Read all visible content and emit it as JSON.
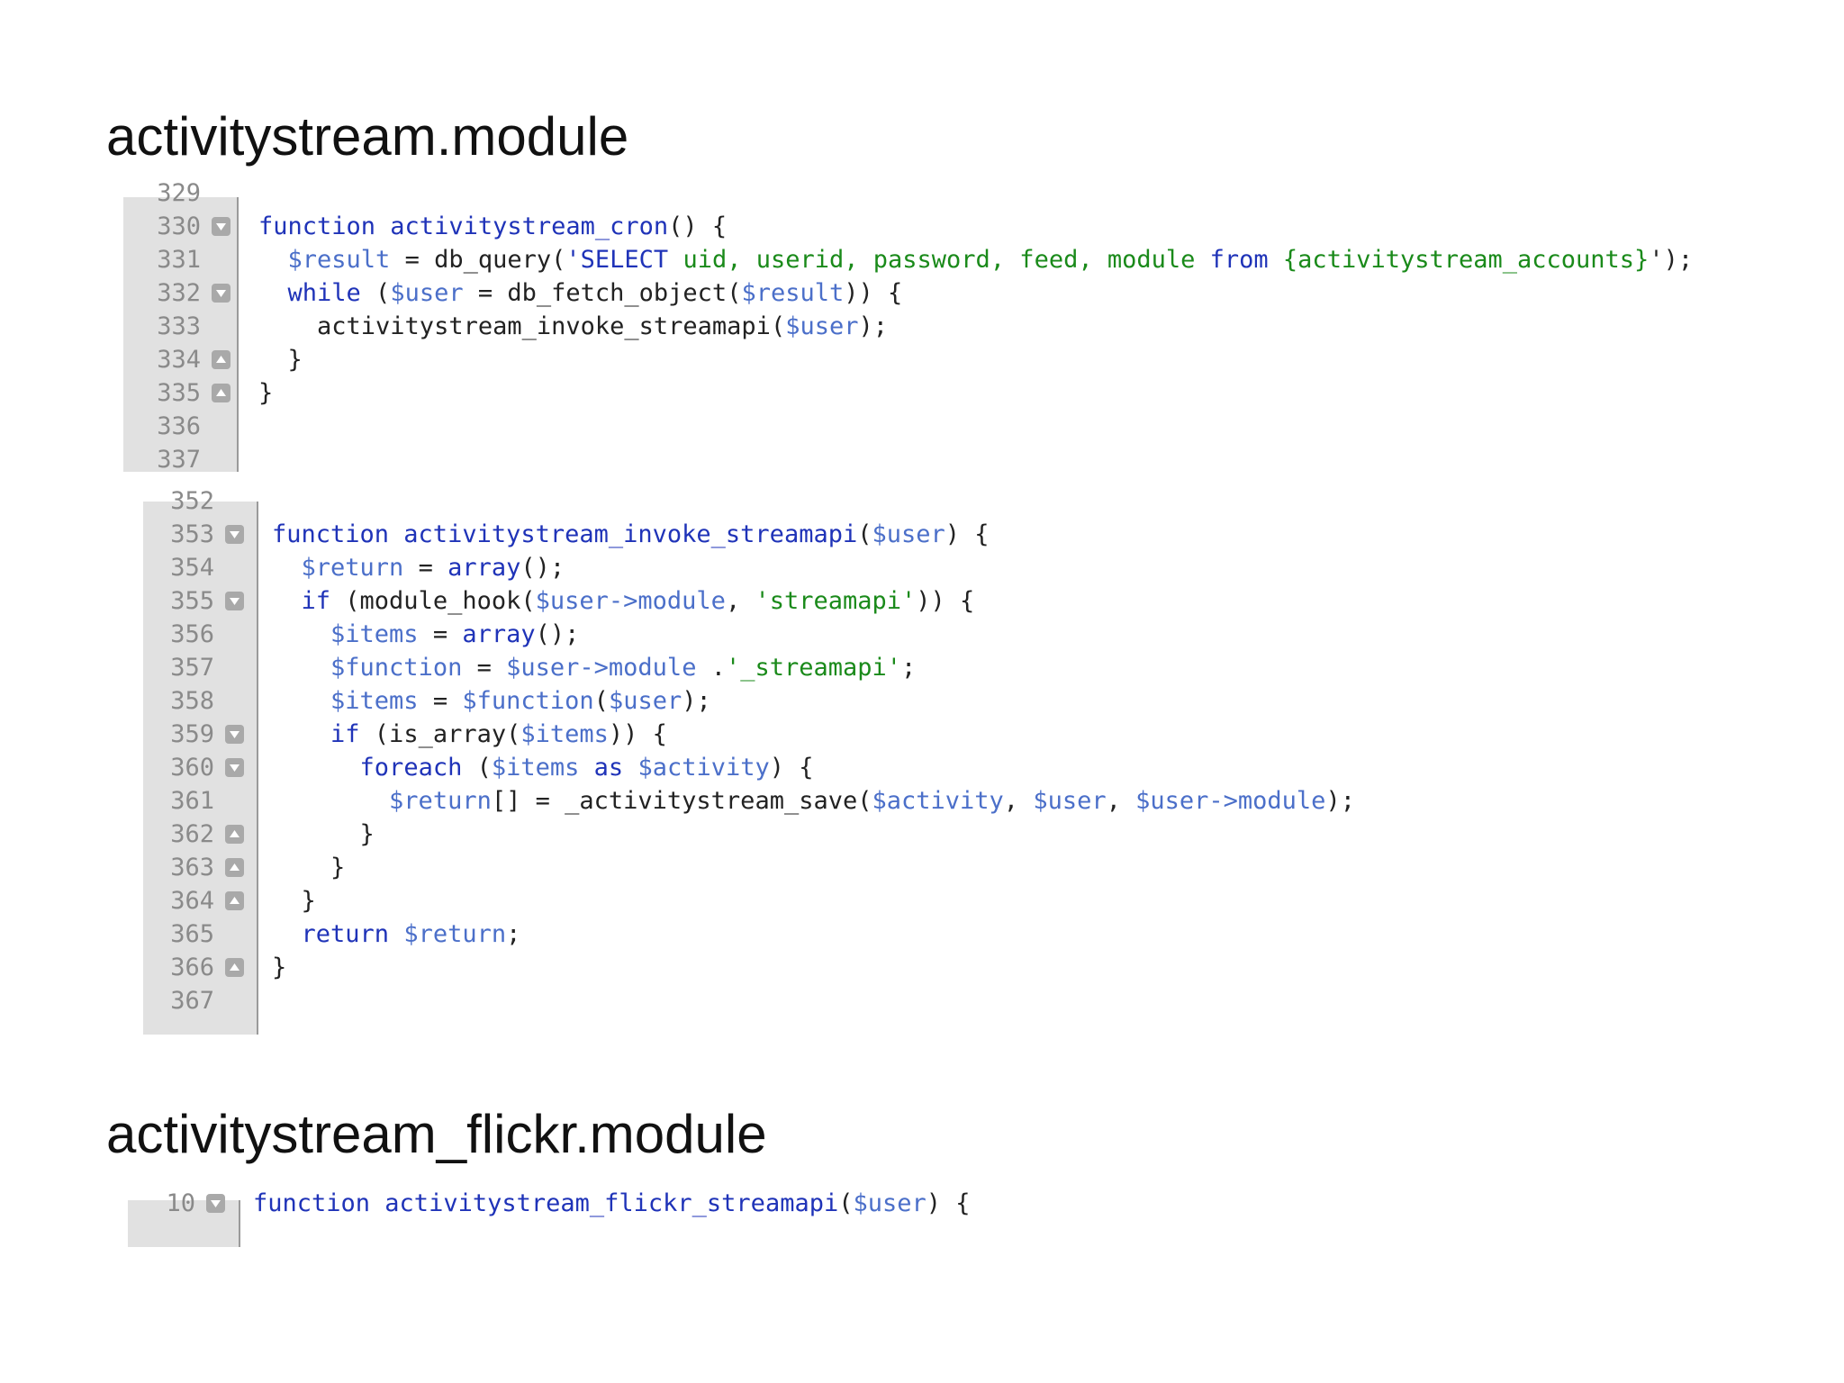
{
  "headings": {
    "first": "activitystream.module",
    "second": "activitystream_flickr.module"
  },
  "blocks": [
    {
      "lines": [
        {
          "num": "329",
          "fold": "none",
          "tokens": []
        },
        {
          "num": "330",
          "fold": "collapse",
          "tokens": [
            {
              "t": "function activitystream_cron",
              "c": "kw"
            },
            {
              "t": "() {",
              "c": "pl"
            }
          ]
        },
        {
          "num": "331",
          "fold": "none",
          "tokens": [
            {
              "t": "  ",
              "c": "pl"
            },
            {
              "t": "$result",
              "c": "var"
            },
            {
              "t": " = db_query(",
              "c": "pl"
            },
            {
              "t": "'SELECT ",
              "c": "strv"
            },
            {
              "t": "uid, userid, password, feed, module ",
              "c": "str"
            },
            {
              "t": "from ",
              "c": "strv"
            },
            {
              "t": "{activitystream_accounts}",
              "c": "str"
            },
            {
              "t": "');",
              "c": "pl"
            }
          ]
        },
        {
          "num": "332",
          "fold": "collapse",
          "tokens": [
            {
              "t": "  ",
              "c": "pl"
            },
            {
              "t": "while",
              "c": "kw"
            },
            {
              "t": " (",
              "c": "pl"
            },
            {
              "t": "$user",
              "c": "var"
            },
            {
              "t": " = db_fetch_object(",
              "c": "pl"
            },
            {
              "t": "$result",
              "c": "var"
            },
            {
              "t": ")) {",
              "c": "pl"
            }
          ]
        },
        {
          "num": "333",
          "fold": "none",
          "tokens": [
            {
              "t": "    activitystream_invoke_streamapi(",
              "c": "pl"
            },
            {
              "t": "$user",
              "c": "var"
            },
            {
              "t": ");",
              "c": "pl"
            }
          ]
        },
        {
          "num": "334",
          "fold": "expand",
          "tokens": [
            {
              "t": "  }",
              "c": "pl"
            }
          ]
        },
        {
          "num": "335",
          "fold": "expand",
          "tokens": [
            {
              "t": "}",
              "c": "pl"
            }
          ]
        },
        {
          "num": "336",
          "fold": "none",
          "tokens": []
        },
        {
          "num": "337",
          "fold": "none",
          "tokens": []
        }
      ]
    },
    {
      "lines": [
        {
          "num": "352",
          "fold": "none",
          "tokens": []
        },
        {
          "num": "353",
          "fold": "collapse",
          "tokens": [
            {
              "t": "function activitystream_invoke_streamapi",
              "c": "kw"
            },
            {
              "t": "(",
              "c": "pl"
            },
            {
              "t": "$user",
              "c": "var"
            },
            {
              "t": ") {",
              "c": "pl"
            }
          ]
        },
        {
          "num": "354",
          "fold": "none",
          "tokens": [
            {
              "t": "  ",
              "c": "pl"
            },
            {
              "t": "$return",
              "c": "var"
            },
            {
              "t": " = ",
              "c": "pl"
            },
            {
              "t": "array",
              "c": "kw"
            },
            {
              "t": "();",
              "c": "pl"
            }
          ]
        },
        {
          "num": "355",
          "fold": "collapse",
          "tokens": [
            {
              "t": "  ",
              "c": "pl"
            },
            {
              "t": "if",
              "c": "kw"
            },
            {
              "t": " (module_hook(",
              "c": "pl"
            },
            {
              "t": "$user->module",
              "c": "var"
            },
            {
              "t": ", ",
              "c": "pl"
            },
            {
              "t": "'streamapi'",
              "c": "str"
            },
            {
              "t": ")) {",
              "c": "pl"
            }
          ]
        },
        {
          "num": "356",
          "fold": "none",
          "tokens": [
            {
              "t": "    ",
              "c": "pl"
            },
            {
              "t": "$items",
              "c": "var"
            },
            {
              "t": " = ",
              "c": "pl"
            },
            {
              "t": "array",
              "c": "kw"
            },
            {
              "t": "();",
              "c": "pl"
            }
          ]
        },
        {
          "num": "357",
          "fold": "none",
          "tokens": [
            {
              "t": "    ",
              "c": "pl"
            },
            {
              "t": "$function",
              "c": "var"
            },
            {
              "t": " = ",
              "c": "pl"
            },
            {
              "t": "$user->module",
              "c": "var"
            },
            {
              "t": " .",
              "c": "pl"
            },
            {
              "t": "'_streamapi'",
              "c": "str"
            },
            {
              "t": ";",
              "c": "pl"
            }
          ]
        },
        {
          "num": "358",
          "fold": "none",
          "tokens": [
            {
              "t": "    ",
              "c": "pl"
            },
            {
              "t": "$items",
              "c": "var"
            },
            {
              "t": " = ",
              "c": "pl"
            },
            {
              "t": "$function",
              "c": "var"
            },
            {
              "t": "(",
              "c": "pl"
            },
            {
              "t": "$user",
              "c": "var"
            },
            {
              "t": ");",
              "c": "pl"
            }
          ]
        },
        {
          "num": "359",
          "fold": "collapse",
          "tokens": [
            {
              "t": "    ",
              "c": "pl"
            },
            {
              "t": "if",
              "c": "kw"
            },
            {
              "t": " (is_array(",
              "c": "pl"
            },
            {
              "t": "$items",
              "c": "var"
            },
            {
              "t": ")) {",
              "c": "pl"
            }
          ]
        },
        {
          "num": "360",
          "fold": "collapse",
          "tokens": [
            {
              "t": "      ",
              "c": "pl"
            },
            {
              "t": "foreach",
              "c": "kw"
            },
            {
              "t": " (",
              "c": "pl"
            },
            {
              "t": "$items",
              "c": "var"
            },
            {
              "t": " ",
              "c": "pl"
            },
            {
              "t": "as",
              "c": "kw"
            },
            {
              "t": " ",
              "c": "pl"
            },
            {
              "t": "$activity",
              "c": "var"
            },
            {
              "t": ") {",
              "c": "pl"
            }
          ]
        },
        {
          "num": "361",
          "fold": "none",
          "tokens": [
            {
              "t": "        ",
              "c": "pl"
            },
            {
              "t": "$return",
              "c": "var"
            },
            {
              "t": "[] = _activitystream_save(",
              "c": "pl"
            },
            {
              "t": "$activity",
              "c": "var"
            },
            {
              "t": ", ",
              "c": "pl"
            },
            {
              "t": "$user",
              "c": "var"
            },
            {
              "t": ", ",
              "c": "pl"
            },
            {
              "t": "$user->module",
              "c": "var"
            },
            {
              "t": ");",
              "c": "pl"
            }
          ]
        },
        {
          "num": "362",
          "fold": "expand",
          "tokens": [
            {
              "t": "      }",
              "c": "pl"
            }
          ]
        },
        {
          "num": "363",
          "fold": "expand",
          "tokens": [
            {
              "t": "    }",
              "c": "pl"
            }
          ]
        },
        {
          "num": "364",
          "fold": "expand",
          "tokens": [
            {
              "t": "  }",
              "c": "pl"
            }
          ]
        },
        {
          "num": "365",
          "fold": "none",
          "tokens": [
            {
              "t": "  ",
              "c": "pl"
            },
            {
              "t": "return",
              "c": "kw"
            },
            {
              "t": " ",
              "c": "pl"
            },
            {
              "t": "$return",
              "c": "var"
            },
            {
              "t": ";",
              "c": "pl"
            }
          ]
        },
        {
          "num": "366",
          "fold": "expand",
          "tokens": [
            {
              "t": "}",
              "c": "pl"
            }
          ]
        },
        {
          "num": "367",
          "fold": "none",
          "tokens": []
        }
      ]
    },
    {
      "lines": [
        {
          "num": "10",
          "fold": "collapse",
          "tokens": [
            {
              "t": "function activitystream_flickr_streamapi",
              "c": "kw"
            },
            {
              "t": "(",
              "c": "pl"
            },
            {
              "t": "$user",
              "c": "var"
            },
            {
              "t": ") {",
              "c": "pl"
            }
          ]
        }
      ]
    }
  ]
}
